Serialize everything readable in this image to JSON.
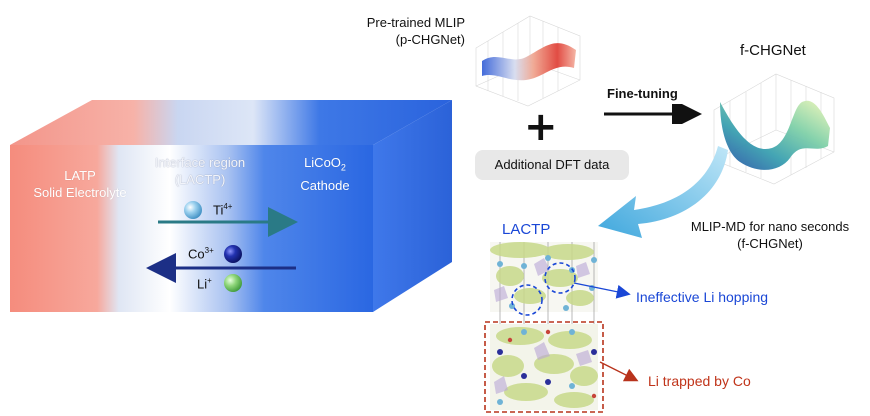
{
  "slab": {
    "latp": {
      "line1": "LATP",
      "line2": "Solid Electrolyte"
    },
    "interface": {
      "line1": "Interface region",
      "line2": "(LACTP)"
    },
    "cathode": {
      "line1_main": "LiCoO",
      "line1_sub": "2",
      "line2": "Cathode"
    },
    "ions": {
      "ti": {
        "symbol": "Ti",
        "charge": "4+"
      },
      "co": {
        "symbol": "Co",
        "charge": "3+"
      },
      "li": {
        "symbol": "Li",
        "charge": "+"
      }
    }
  },
  "top": {
    "pretrained": {
      "line1": "Pre-trained MLIP",
      "line2": "(p-CHGNet)"
    },
    "plus": "+",
    "dft_pill": "Additional DFT data",
    "finetune_label": "Fine-tuning",
    "fchgnet": "f-CHGNet"
  },
  "md": {
    "label_line1": "MLIP-MD for nano seconds",
    "label_line2": "(f-CHGNet)",
    "structure_label": "LACTP"
  },
  "annotations": {
    "ineffective": "Ineffective Li hopping",
    "trapped": "Li trapped by Co"
  },
  "colors": {
    "latp": "#f4877a",
    "interface": "#ffffff",
    "cathode": "#2f6fe6",
    "ti_arrow": "#2a7a86",
    "co_li_arrow": "#1c2f86",
    "blue_text": "#1a47d6",
    "red_text": "#c0341a"
  }
}
